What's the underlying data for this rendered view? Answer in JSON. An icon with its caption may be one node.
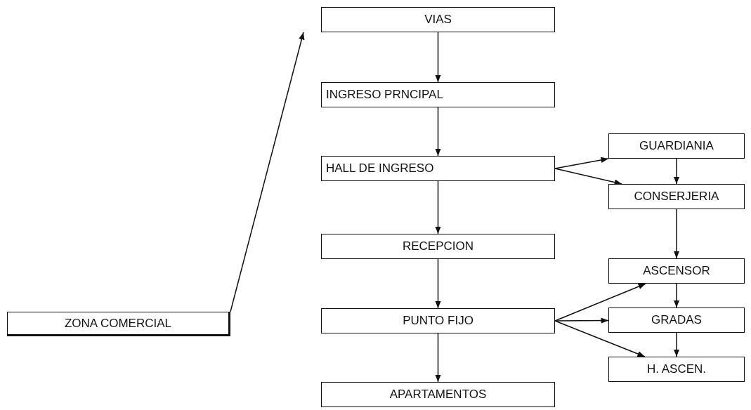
{
  "diagram": {
    "nodes": [
      {
        "text": [
          "VIAS"
        ]
      },
      {
        "text": [
          "INGRESO PRNCIPAL"
        ]
      },
      {
        "text": [
          "HALL DE INGRESO"
        ]
      },
      {
        "text": [
          "RECEPCION"
        ]
      },
      {
        "text": [
          "PUNTO FIJO"
        ]
      },
      {
        "text": [
          "APARTAMENTOS"
        ]
      },
      {
        "text": [
          "GUARDIANIA"
        ]
      },
      {
        "text": [
          "CONSERJERIA"
        ]
      },
      {
        "text": [
          "ASCENSOR"
        ]
      },
      {
        "text": [
          "GRADAS"
        ]
      },
      {
        "text": [
          "H. ASCEN."
        ]
      },
      {
        "text": [
          "ZONA COMERCIAL"
        ]
      }
    ],
    "edges": [
      {
        "from": 0,
        "to": 1,
        "arrow": "to"
      },
      {
        "from": 1,
        "to": 2,
        "arrow": "to"
      },
      {
        "from": 2,
        "to": 3,
        "arrow": "to"
      },
      {
        "from": 3,
        "to": 4,
        "arrow": "to"
      },
      {
        "from": 4,
        "to": 5,
        "arrow": "to"
      },
      {
        "from": 2,
        "to": 6,
        "arrow": "to"
      },
      {
        "from": 2,
        "to": 7,
        "arrow": "to"
      },
      {
        "from": 6,
        "to": 7,
        "arrow": "to"
      },
      {
        "from": 7,
        "to": 8,
        "arrow": "to"
      },
      {
        "from": 4,
        "to": 8,
        "arrow": "to"
      },
      {
        "from": 4,
        "to": 9,
        "arrow": "to"
      },
      {
        "from": 4,
        "to": 10,
        "arrow": "to"
      },
      {
        "from": 8,
        "to": 9,
        "arrow": "to"
      },
      {
        "from": 9,
        "to": 10,
        "arrow": "to"
      },
      {
        "from": 11,
        "to": 0,
        "arrow": "to"
      }
    ]
  }
}
